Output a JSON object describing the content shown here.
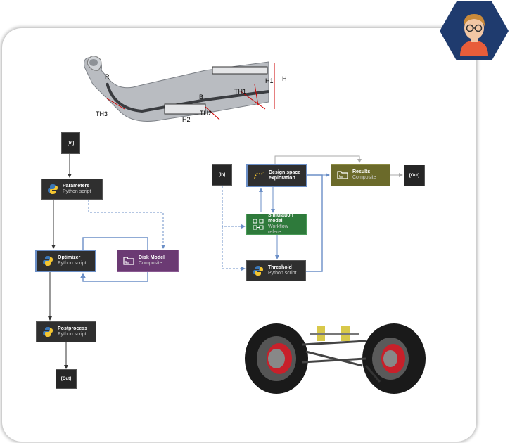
{
  "part": {
    "labels": {
      "r": "R",
      "th3": "TH3",
      "th1": "TH1",
      "b": "B",
      "th2": "TH2",
      "h1": "H1",
      "h": "H",
      "h2": "H2"
    }
  },
  "left_flow": {
    "in": "[In]",
    "out": "[Out]",
    "parameters": {
      "title": "Parameters",
      "subtitle": "Python script"
    },
    "optimizer": {
      "title": "Optimizer",
      "subtitle": "Python script"
    },
    "disk_model": {
      "title": "Disk Model",
      "subtitle": "Composite"
    },
    "postprocess": {
      "title": "Postprocess",
      "subtitle": "Python script"
    }
  },
  "right_flow": {
    "in": "[In]",
    "out": "[Out]",
    "design_space": {
      "title": "Design space",
      "title2": "exploration"
    },
    "results": {
      "title": "Results",
      "subtitle": "Composite"
    },
    "simulation": {
      "title": "Simulation model",
      "subtitle": "Workflow refere..."
    },
    "threshold": {
      "title": "Threshold",
      "subtitle": "Python script"
    }
  },
  "colors": {
    "accent": "#6b8fc7",
    "purple": "#6b3a73",
    "olive": "#6b6a2a",
    "green": "#2e7a3b",
    "node": "#2f2f2f"
  },
  "icons": {
    "script": "python-icon",
    "composite": "folder-icon",
    "workflow": "workflow-icon",
    "design": "design-space-icon"
  }
}
